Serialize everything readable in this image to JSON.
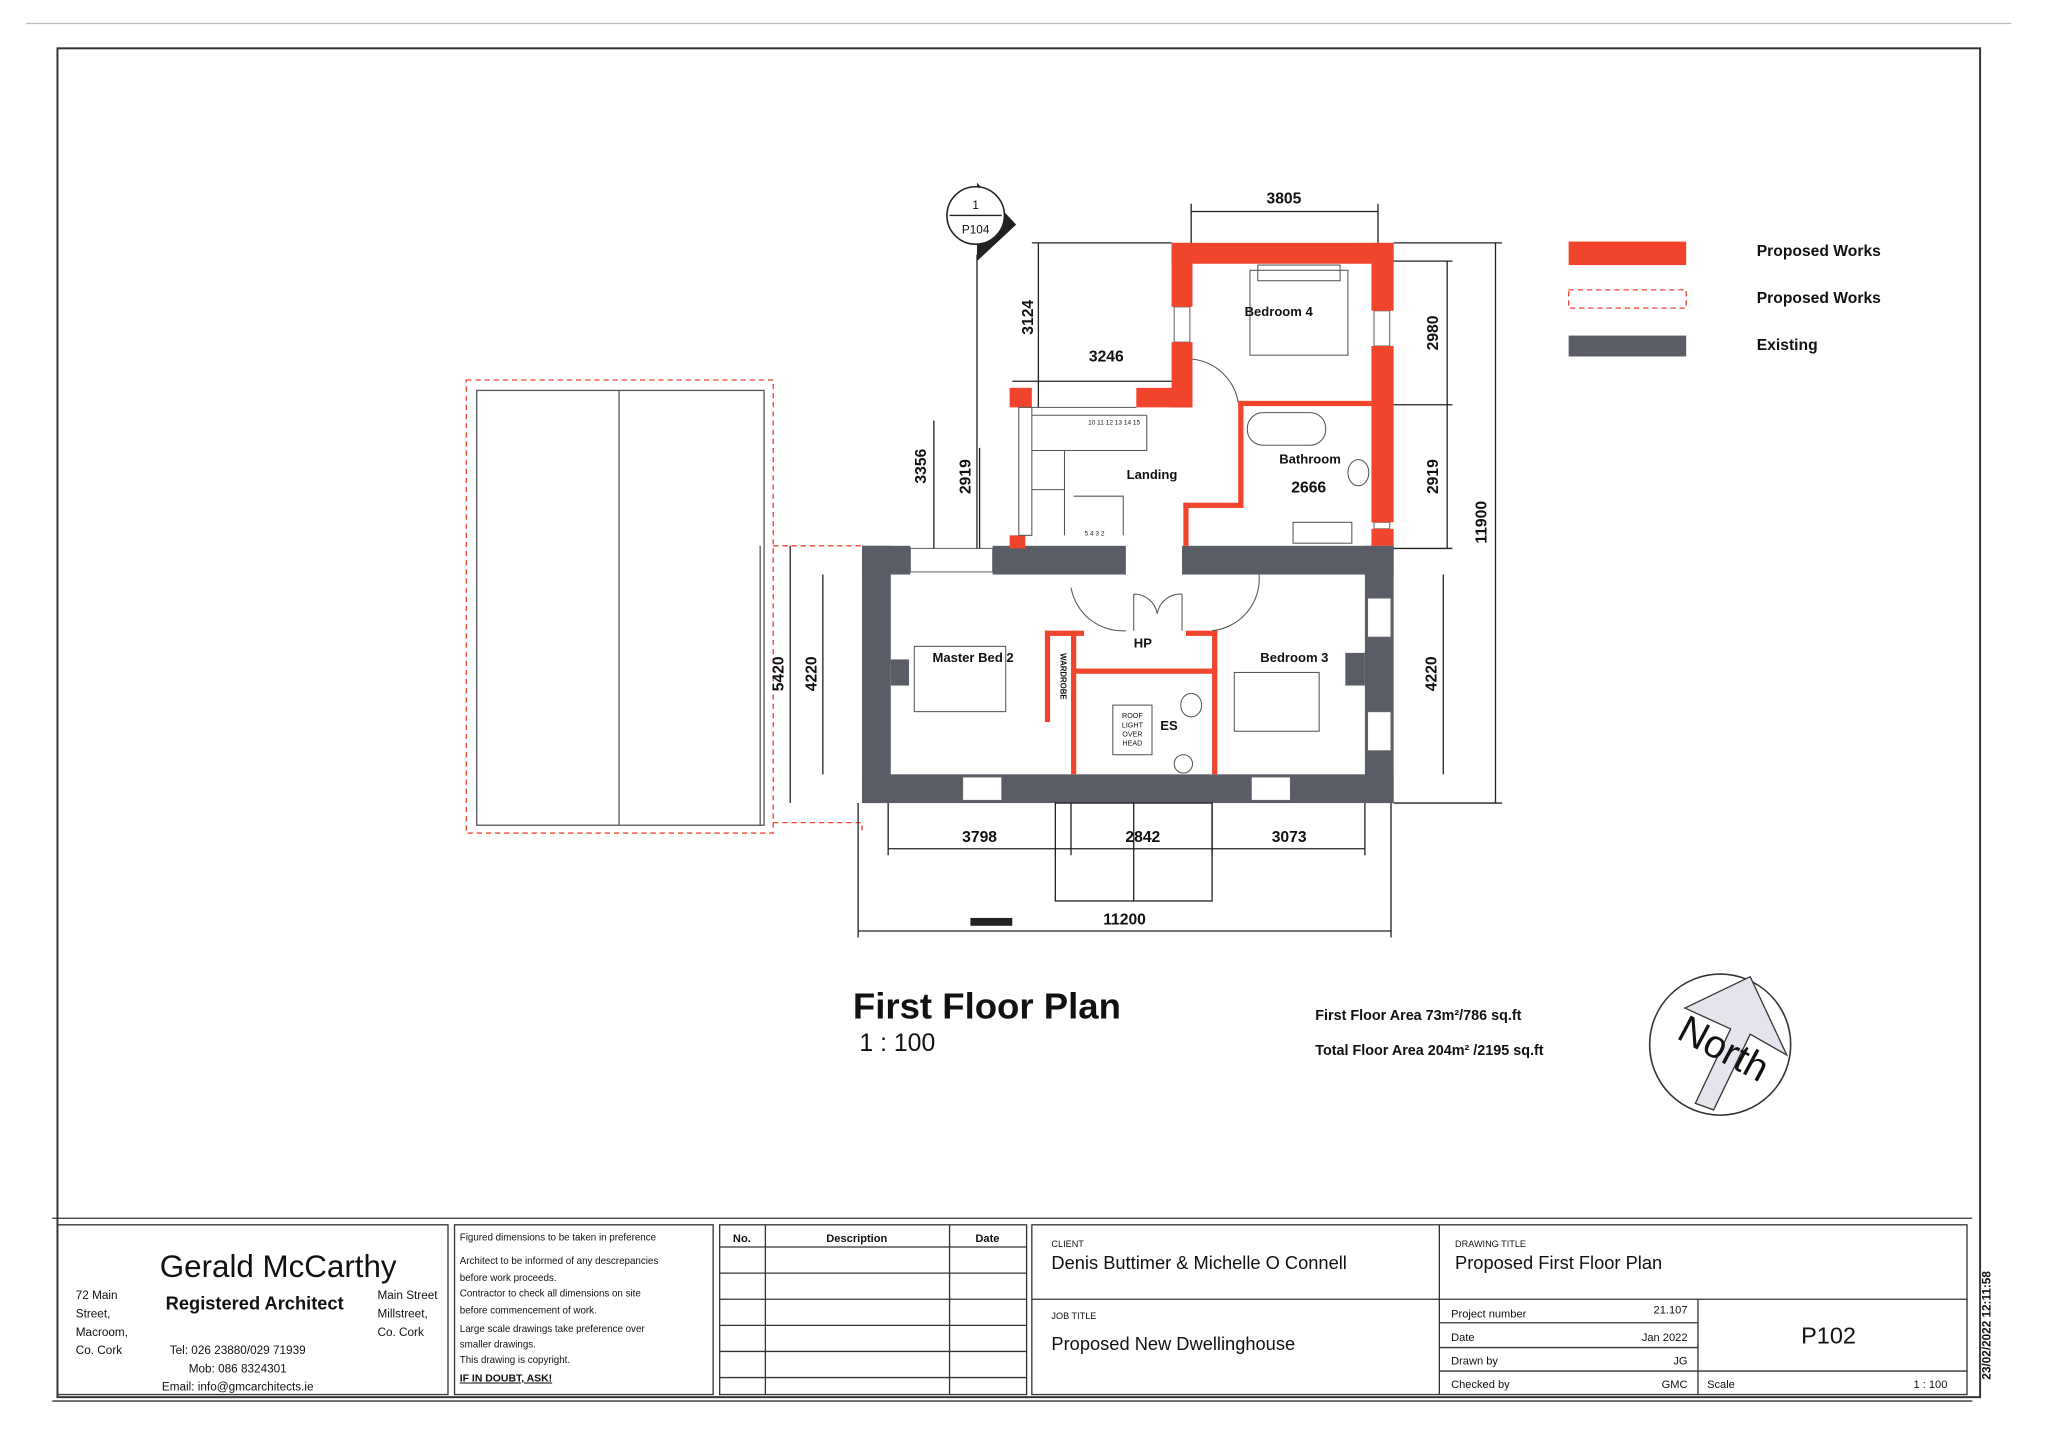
{
  "sheet": {
    "title": "First Floor Plan",
    "scale": "1 : 100",
    "area_first": "First Floor Area 73m²/786 sq.ft",
    "area_total": "Total Floor Area 204m² /2195 sq.ft",
    "north_label": "North",
    "timestamp": "23/02/2022 12:11:58",
    "section_marker": {
      "number": "1",
      "sheet": "P104"
    }
  },
  "legend": {
    "items": [
      {
        "label": "Proposed Works",
        "color": "#f0442c",
        "style": "solid"
      },
      {
        "label": "Proposed Works",
        "color": "#f0442c",
        "style": "dashed"
      },
      {
        "label": "Existing",
        "color": "#5a5d66",
        "style": "solid"
      }
    ]
  },
  "rooms": {
    "bedroom4": "Bedroom 4",
    "bathroom": "Bathroom",
    "landing": "Landing",
    "master": "Master Bed 2",
    "hp": "HP",
    "bedroom3": "Bedroom 3",
    "es": "ES",
    "wardrobe": "WARDROBE",
    "rooflight": [
      "ROOF",
      "LIGHT",
      "OVER",
      "HEAD"
    ],
    "stairs_top": "10 11 12 13 14 15",
    "stairs_bottom": "5 4 3 2"
  },
  "dimensions": {
    "d3805": "3805",
    "d3124": "3124",
    "d3246": "3246",
    "d2980": "2980",
    "d3356": "3356",
    "d2919a": "2919",
    "d2666": "2666",
    "d2919b": "2919",
    "d11900": "11900",
    "d5420": "5420",
    "d4220a": "4220",
    "d4220b": "4220",
    "d3798": "3798",
    "d2842": "2842",
    "d3073": "3073",
    "d11200": "11200"
  },
  "title_block": {
    "architect_name": "Gerald McCarthy",
    "architect_role": "Registered Architect",
    "address_left": [
      "72 Main",
      "Street,",
      "Macroom,",
      "Co. Cork"
    ],
    "address_right": [
      "Main Street",
      "Millstreet,",
      "Co. Cork"
    ],
    "tel": "Tel: 026 23880/029 71939",
    "mob": "Mob: 086 8324301",
    "email": "Email: info@gmcarchitects.ie",
    "notes": [
      "Figured dimensions to be taken in preference",
      "Architect to be informed of any descrepancies",
      "before work proceeds.",
      "Contractor to check all dimensions on site",
      "before commencement of work.",
      "Large scale drawings take preference over",
      "smaller drawings.",
      "This drawing is copyright."
    ],
    "notes_emphasis": "IF IN DOUBT, ASK!",
    "rev_headers": [
      "No.",
      "Description",
      "Date"
    ],
    "client_label": "CLIENT",
    "client": "Denis Buttimer & Michelle O Connell",
    "job_label": "JOB TITLE",
    "job": "Proposed New Dwellinghouse",
    "drawing_label": "DRAWING TITLE",
    "drawing": "Proposed First Floor Plan",
    "rows": [
      {
        "label": "Project number",
        "value": "21.107"
      },
      {
        "label": "Date",
        "value": "Jan 2022"
      },
      {
        "label": "Drawn by",
        "value": "JG"
      },
      {
        "label": "Checked by",
        "value": "GMC"
      }
    ],
    "drawing_number": "P102",
    "scale_label": "Scale",
    "scale_value": "1 : 100"
  }
}
